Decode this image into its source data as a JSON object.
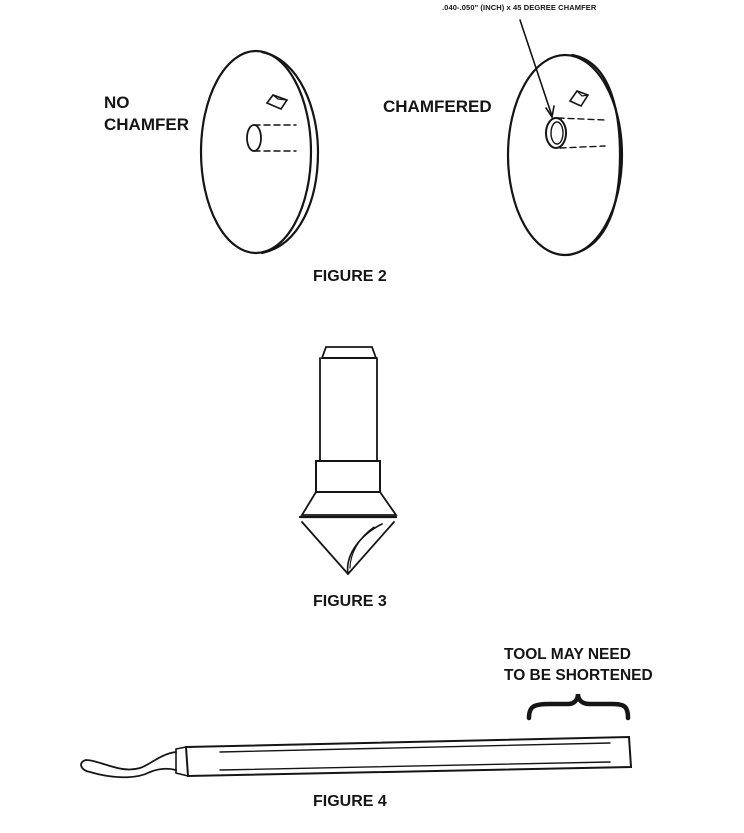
{
  "figure2": {
    "caption": "FIGURE 2",
    "left_label_line1": "NO",
    "left_label_line2": "CHAMFER",
    "right_label": "CHAMFERED",
    "callout": ".040-.050\" (INCH) x 45 DEGREE CHAMFER"
  },
  "figure3": {
    "caption": "FIGURE 3"
  },
  "figure4": {
    "caption": "FIGURE 4",
    "note_line1": "TOOL MAY NEED",
    "note_line2": "TO BE SHORTENED"
  },
  "colors": {
    "ink": "#151515",
    "paper": "#ffffff"
  }
}
